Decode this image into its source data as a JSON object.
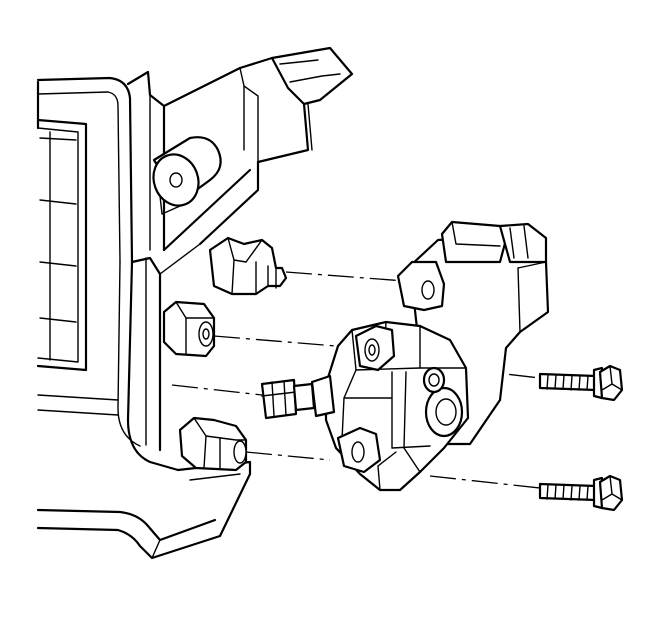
{
  "diagram": {
    "style": "black line art on white background",
    "colors": {
      "line": "#000000",
      "background": "#ffffff"
    },
    "components": [
      "hvac-case-housing",
      "mounting-pivot-boss",
      "upper-locating-pin",
      "middle-locating-pin",
      "drive-shaft-coupler",
      "lower-locating-pin",
      "actuator-motor",
      "upper-mounting-bolt",
      "lower-mounting-bolt"
    ]
  }
}
